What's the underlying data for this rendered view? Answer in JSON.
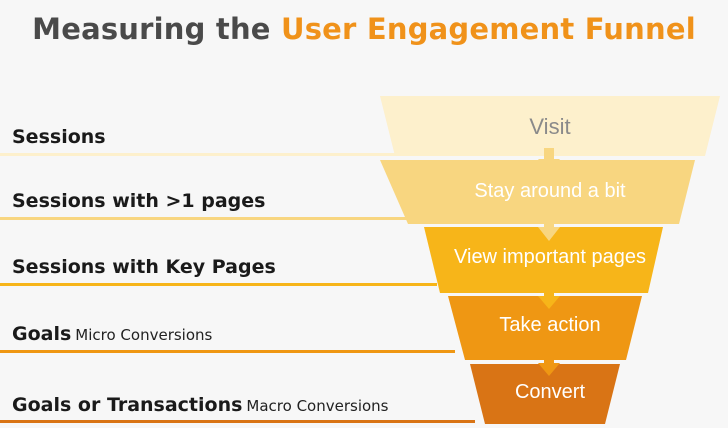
{
  "title": {
    "part1": "Measuring the ",
    "part2": "User Engagement Funnel"
  },
  "metrics": [
    {
      "label": "Sessions",
      "sub": ""
    },
    {
      "label": "Sessions with >1 pages",
      "sub": ""
    },
    {
      "label": "Sessions with Key Pages",
      "sub": ""
    },
    {
      "label": "Goals",
      "sub": "Micro Conversions"
    },
    {
      "label": "Goals or Transactions",
      "sub": "Macro Conversions"
    }
  ],
  "stages": [
    {
      "label": "Visit",
      "color": "#fdf0cc",
      "text_color": "#8a8a8a"
    },
    {
      "label": "Stay around a bit",
      "color": "#f8d680",
      "text_color": "#ffffff"
    },
    {
      "label": "View important pages",
      "color": "#f7b519",
      "text_color": "#ffffff"
    },
    {
      "label": "Take action",
      "color": "#ef9713",
      "text_color": "#ffffff"
    },
    {
      "label": "Convert",
      "color": "#d97415",
      "text_color": "#ffffff"
    }
  ]
}
